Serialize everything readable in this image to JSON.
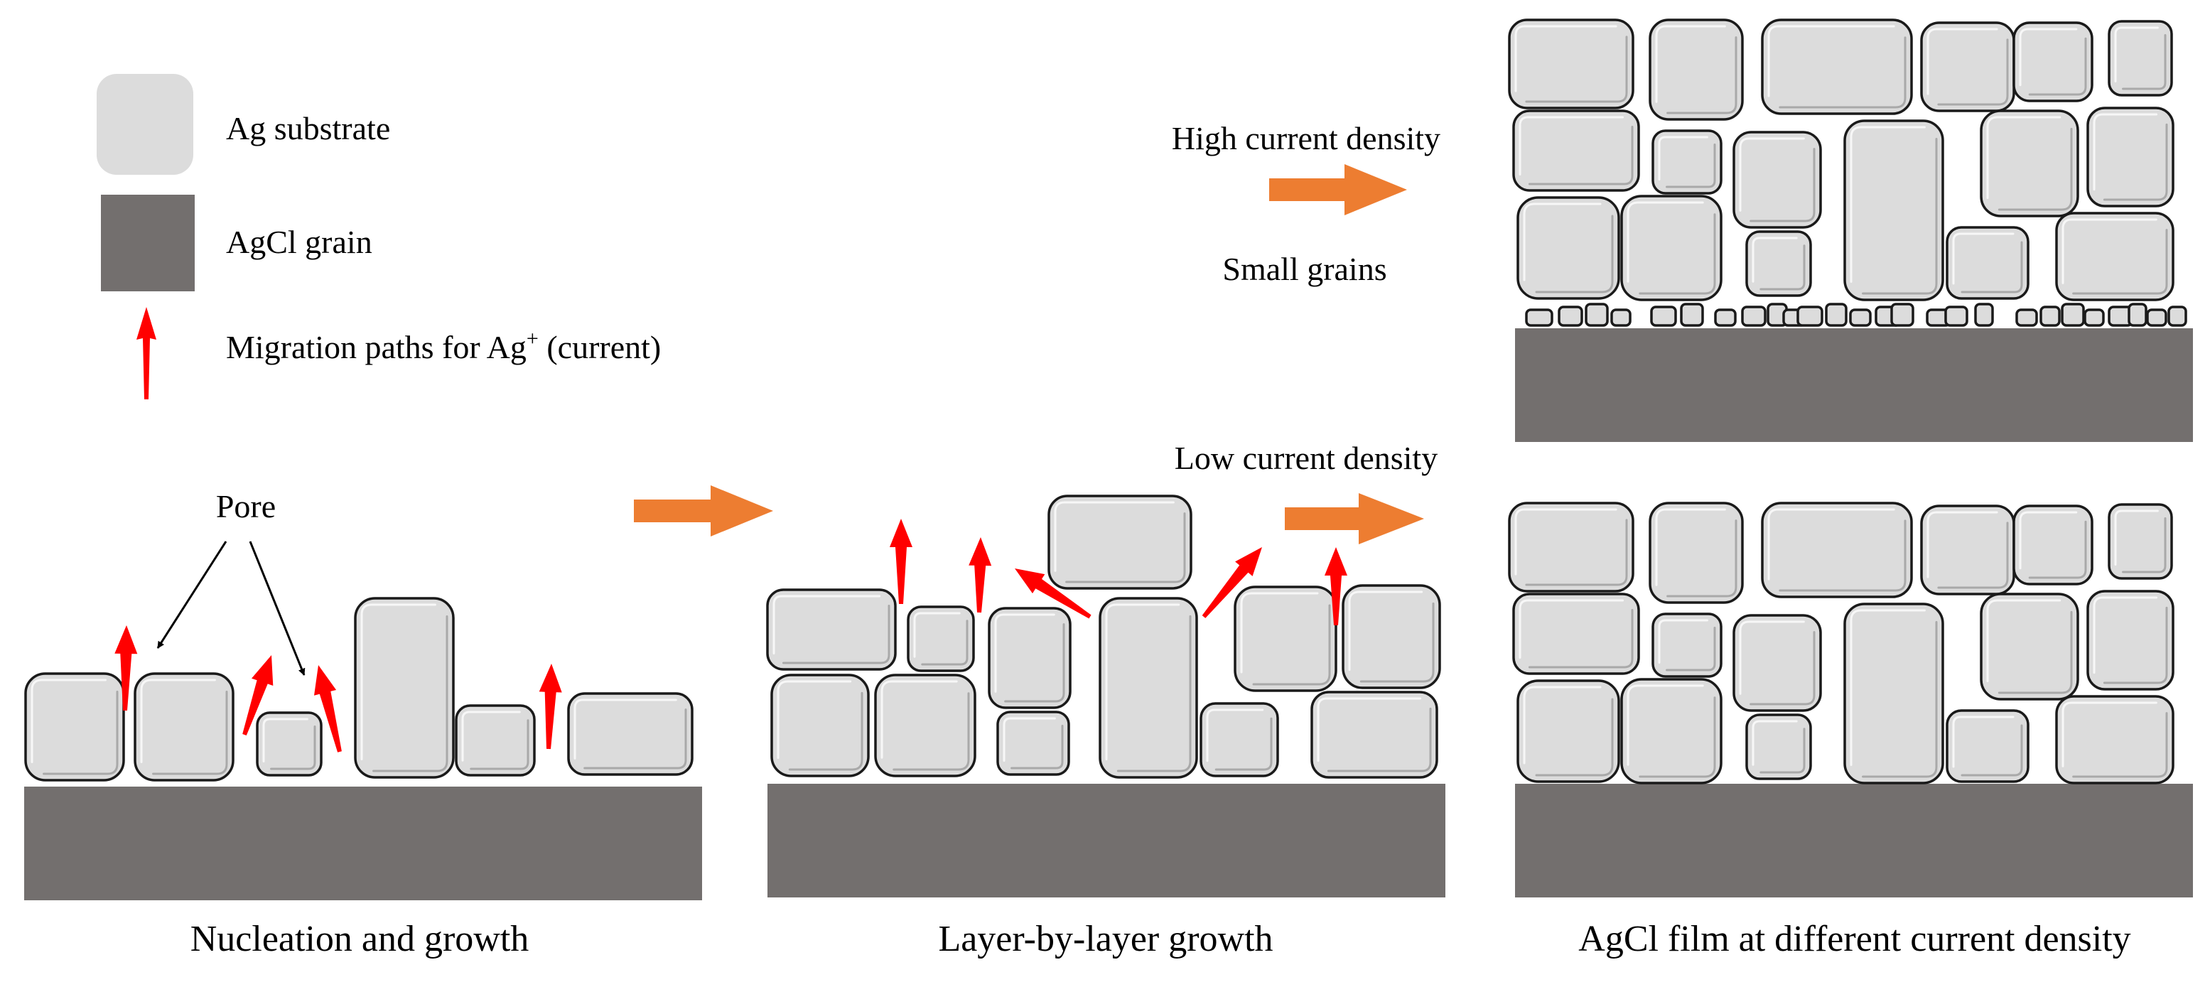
{
  "legend": {
    "substrate_label": "Ag substrate",
    "grain_label": "AgCl grain",
    "migration_label_prefix": "Migration paths for Ag",
    "migration_label_sup": "+",
    "migration_label_suffix": " (current)"
  },
  "stage1": {
    "pore_label": "Pore",
    "caption": "Nucleation and growth"
  },
  "stage2": {
    "caption": "Layer-by-layer growth"
  },
  "stage3": {
    "high_label": "High current density",
    "small_grains_label": "Small grains",
    "low_label": "Low current density",
    "caption": "AgCl film at different current density"
  },
  "colors": {
    "substrate_fill": "#736f6e",
    "grain_fill": "#dcdcdc",
    "legend_substrate_fill": "#dcdcdc",
    "legend_grain_fill": "#736f6e",
    "migration_arrow": "#ff0000",
    "process_arrow": "#ed7d31",
    "outline": "#1a1a1a"
  }
}
